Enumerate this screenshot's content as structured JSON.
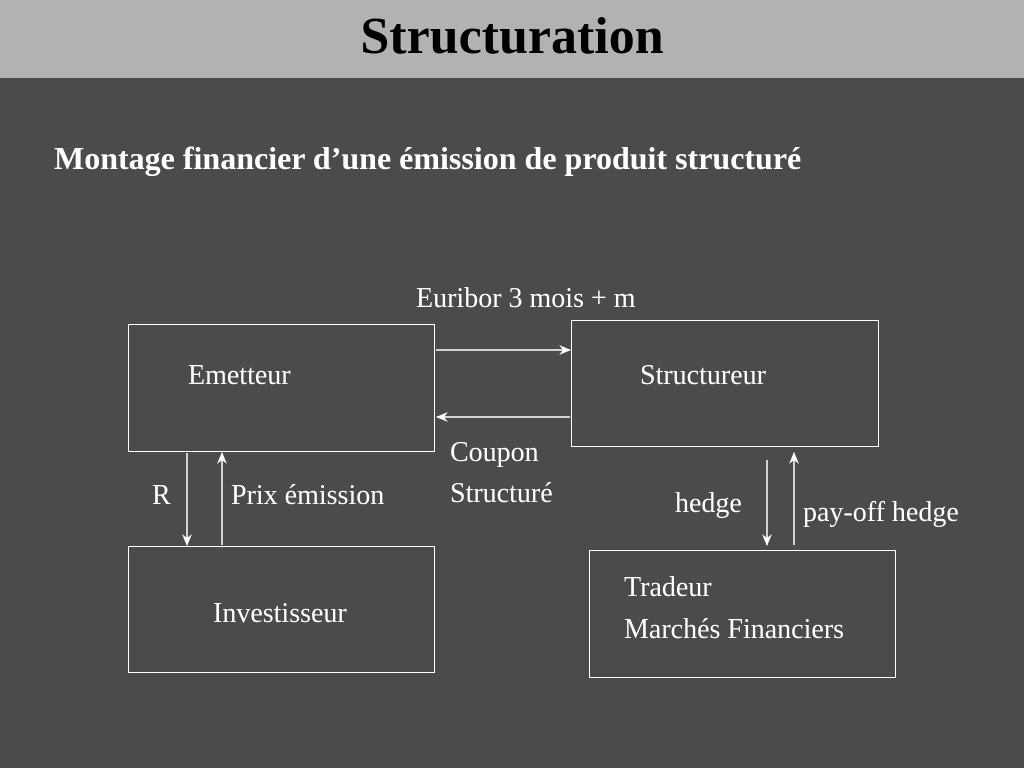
{
  "header": {
    "title": "Structuration"
  },
  "subtitle": "Montage financier d’une émission de produit structuré",
  "diagram": {
    "nodes": {
      "emetteur": "Emetteur",
      "structureur": "Structureur",
      "investisseur": "Investisseur",
      "tradeur_line1": "Tradeur",
      "tradeur_line2": "Marchés Financiers"
    },
    "edges": {
      "emetteur_to_structureur": "Euribor 3 mois + m",
      "structureur_to_emetteur_line1": "Coupon",
      "structureur_to_emetteur_line2": "Structuré",
      "emetteur_to_investisseur": "R",
      "investisseur_to_emetteur": "Prix émission",
      "structureur_to_tradeur": "hedge",
      "tradeur_to_structureur": "pay-off hedge"
    }
  },
  "colors": {
    "background": "#4b4b4b",
    "title_bar": "#b2b2b2",
    "title_text": "#000000",
    "foreground": "#ffffff"
  }
}
